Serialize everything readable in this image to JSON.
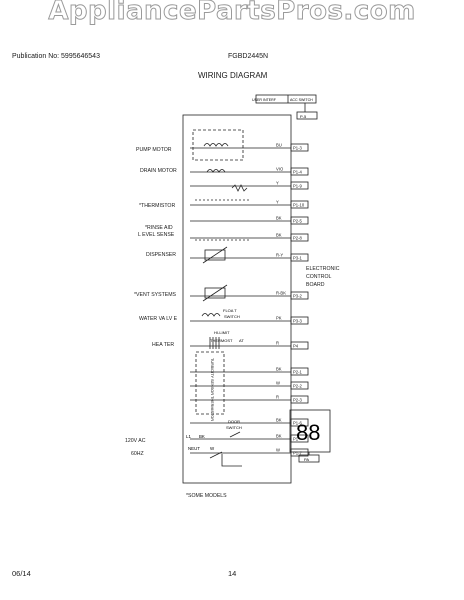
{
  "watermark": "AppliancePartsPros.com",
  "header": {
    "publication": "Publication No: 5995646543",
    "model": "FGBD2445N",
    "title": "WIRING DIAGRAM"
  },
  "top_labels": {
    "user_interface": "USER INTERF",
    "acc_switch": "ACC SWITCH",
    "p5": "P-5"
  },
  "components": {
    "pump_motor": "PUMP MOTOR",
    "drain_motor": "DRAIN MOTOR",
    "thermistor": "*THERMISTOR",
    "rinse_aid_1": "*RINSE AID",
    "rinse_aid_2": "L EVEL SENSE",
    "dispenser": "DISPENSER",
    "vent": "*VENT SYSTEMS",
    "water_valve": "WATER  VA LV E",
    "heater": "HEA  TER",
    "line_voltage_1": "120V  AC",
    "line_voltage_2": "60HZ"
  },
  "control_board": [
    "ELECTRONIC",
    "CONTROL",
    "BOARD"
  ],
  "connectors": [
    "P1-3",
    "P1-4",
    "P1-9",
    "P1-10",
    "P2-5",
    "P2-8",
    "P3-1",
    "P3-2",
    "P3-3",
    "P4",
    "P2-1",
    "P2-2",
    "P2-3",
    "P1-6",
    "P1",
    "P1-7",
    "PA"
  ],
  "wire_colors": [
    "BU",
    "VIO",
    "Y",
    "Y",
    "BK",
    "BK",
    "R-Y",
    "R-BK",
    "PK",
    "R",
    "BK",
    "W",
    "R",
    "BK",
    "BK",
    "W"
  ],
  "inline_labels": {
    "float_switch_1": "FLOA T",
    "float_switch_2": "SWITCH",
    "hi_limit_1": "HI-LIMIT",
    "hi_limit_2": "THERMOST",
    "at": "AT",
    "turbidity": "TURBIDITY SENSOR THERMISTOR",
    "door_switch_1": "DOOR",
    "door_switch_2": "SWITCH",
    "l1": "L1",
    "bk": "BK",
    "neut": "NEUT",
    "w": "W",
    "display": "88"
  },
  "note": "*SOME MODELS",
  "footer": {
    "date": "06/14",
    "page": "14"
  }
}
